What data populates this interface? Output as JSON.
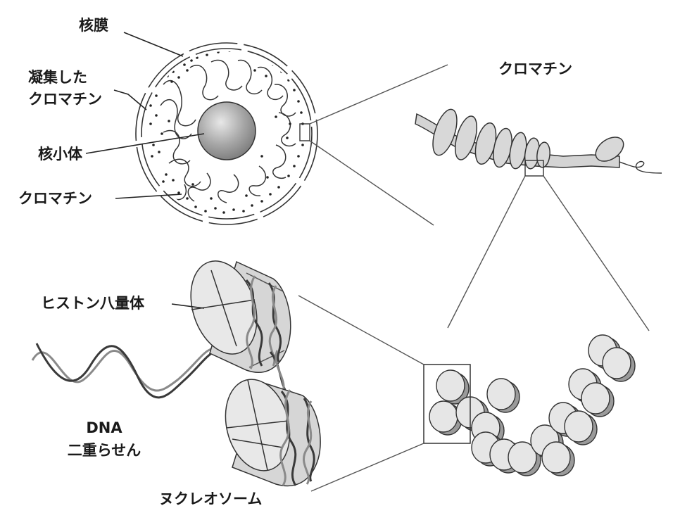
{
  "labels": {
    "nuclear_membrane": "核膜",
    "condensed_chromatin_line1": "凝集した",
    "condensed_chromatin_line2": "クロマチン",
    "nucleolus": "核小体",
    "chromatin_left": "クロマチン",
    "chromatin_right": "クロマチン",
    "histone_octamer": "ヒストン八量体",
    "dna_line1": "DNA",
    "dna_line2": "二重らせん",
    "nucleosome": "ヌクレオソーム"
  },
  "colors": {
    "ink": "#333333",
    "nucleolus_fill": "#9a9a9a",
    "fiber_fill": "#d4d4d4",
    "disc_fill": "#e6e6e6",
    "dna_dark": "#3a3a3a",
    "dna_light": "#8a8a8a"
  }
}
